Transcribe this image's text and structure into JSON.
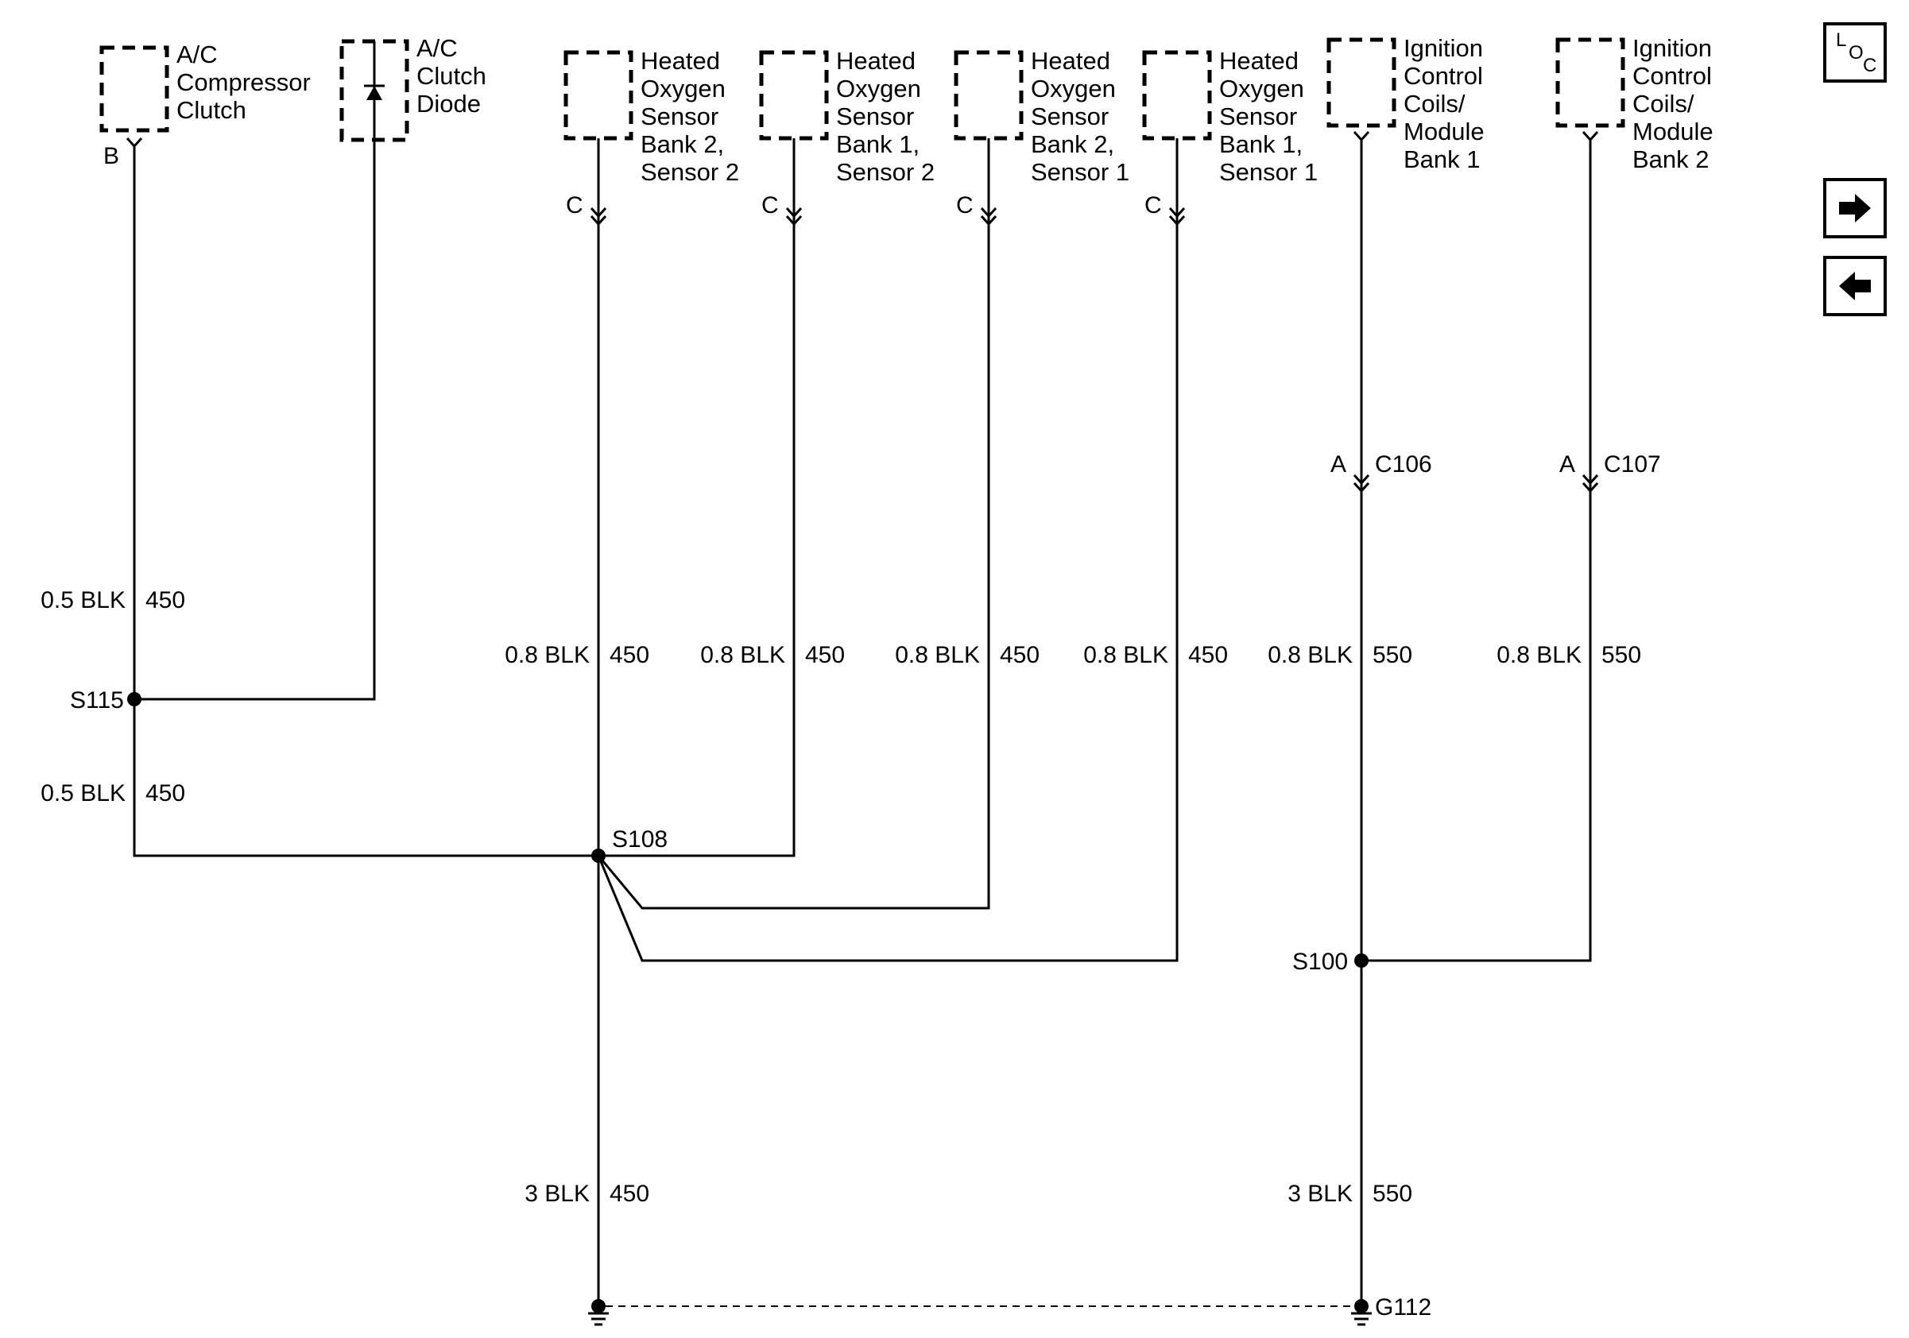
{
  "components": {
    "ac_compressor_clutch": [
      "A/C",
      "Compressor",
      "Clutch"
    ],
    "ac_clutch_diode": [
      "A/C",
      "Clutch",
      "Diode"
    ],
    "ho2s_b2s2": [
      "Heated",
      "Oxygen",
      "Sensor",
      "Bank 2,",
      "Sensor 2"
    ],
    "ho2s_b1s2": [
      "Heated",
      "Oxygen",
      "Sensor",
      "Bank 1,",
      "Sensor 2"
    ],
    "ho2s_b2s1": [
      "Heated",
      "Oxygen",
      "Sensor",
      "Bank 2,",
      "Sensor 1"
    ],
    "ho2s_b1s1": [
      "Heated",
      "Oxygen",
      "Sensor",
      "Bank 1,",
      "Sensor 1"
    ],
    "icm_bank1": [
      "Ignition",
      "Control",
      "Coils/",
      "Module",
      "Bank 1"
    ],
    "icm_bank2": [
      "Ignition",
      "Control",
      "Coils/",
      "Module",
      "Bank 2"
    ]
  },
  "pins": {
    "ac_clutch": "B",
    "ho2s_b2s2": "C",
    "ho2s_b1s2": "C",
    "ho2s_b2s1": "C",
    "ho2s_b1s1": "C",
    "c106_pin": "A",
    "c107_pin": "A"
  },
  "connectors": {
    "c106": "C106",
    "c107": "C107"
  },
  "splices": {
    "s115": "S115",
    "s108": "S108",
    "s100": "S100"
  },
  "ground": {
    "g112": "G112"
  },
  "wires": {
    "ac_upper": {
      "gauge": "0.5 BLK",
      "circuit": "450"
    },
    "ac_lower": {
      "gauge": "0.5 BLK",
      "circuit": "450"
    },
    "ho2s_b2s2": {
      "gauge": "0.8 BLK",
      "circuit": "450"
    },
    "ho2s_b1s2": {
      "gauge": "0.8 BLK",
      "circuit": "450"
    },
    "ho2s_b2s1": {
      "gauge": "0.8 BLK",
      "circuit": "450"
    },
    "ho2s_b1s1": {
      "gauge": "0.8 BLK",
      "circuit": "450"
    },
    "icm_b1": {
      "gauge": "0.8 BLK",
      "circuit": "550"
    },
    "icm_b2": {
      "gauge": "0.8 BLK",
      "circuit": "550"
    },
    "ground_450": {
      "gauge": "3 BLK",
      "circuit": "450"
    },
    "ground_550": {
      "gauge": "3 BLK",
      "circuit": "550"
    }
  },
  "nav": {
    "loc_icon": "location-icon",
    "next_icon": "arrow-right-icon",
    "prev_icon": "arrow-left-icon"
  }
}
